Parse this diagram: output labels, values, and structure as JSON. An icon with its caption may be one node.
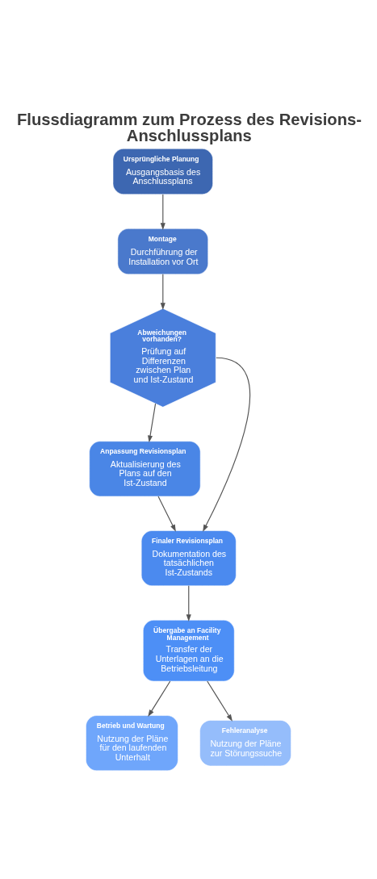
{
  "diagram": {
    "title": "Flussdiagramm zum Prozess des Revisions-Anschlussplans",
    "nodes": [
      {
        "text": [
          "Ursprüngliche Planung",
          "Ausgangsbasis des Anschlussplans"
        ]
      },
      {
        "text": [
          "Montage",
          "Durchführung der Installation vor Ort"
        ]
      },
      {
        "text": [
          "Abweichungen vorhanden?",
          "Prüfung auf Differenzen zwischen Plan und Ist-Zustand"
        ]
      },
      {
        "text": [
          "Anpassung Revisionsplan",
          "Aktualisierung des Plans auf den Ist-Zustand"
        ]
      },
      {
        "text": [
          "Finaler Revisionsplan",
          "Dokumentation des tatsächlichen Ist-Zustands"
        ]
      },
      {
        "text": [
          "Übergabe an Facility Management",
          "Transfer der Unterlagen an die Betriebsleitung"
        ]
      },
      {
        "text": [
          "Betrieb und Wartung",
          "Nutzung der Pläne für den laufenden Unterhalt"
        ]
      },
      {
        "text": [
          "Fehleranalyse",
          "Nutzung der Pläne zur Störungssuche"
        ]
      }
    ],
    "edges": [
      {
        "from": 0,
        "to": 1,
        "arrow": "to"
      },
      {
        "from": 1,
        "to": 2,
        "arrow": "to"
      },
      {
        "from": 2,
        "to": 3,
        "arrow": "to"
      },
      {
        "from": 2,
        "to": 4,
        "arrow": "to"
      },
      {
        "from": 3,
        "to": 4,
        "arrow": "to"
      },
      {
        "from": 4,
        "to": 5,
        "arrow": "to"
      },
      {
        "from": 5,
        "to": 6,
        "arrow": "to"
      },
      {
        "from": 5,
        "to": 7,
        "arrow": "to"
      }
    ]
  }
}
